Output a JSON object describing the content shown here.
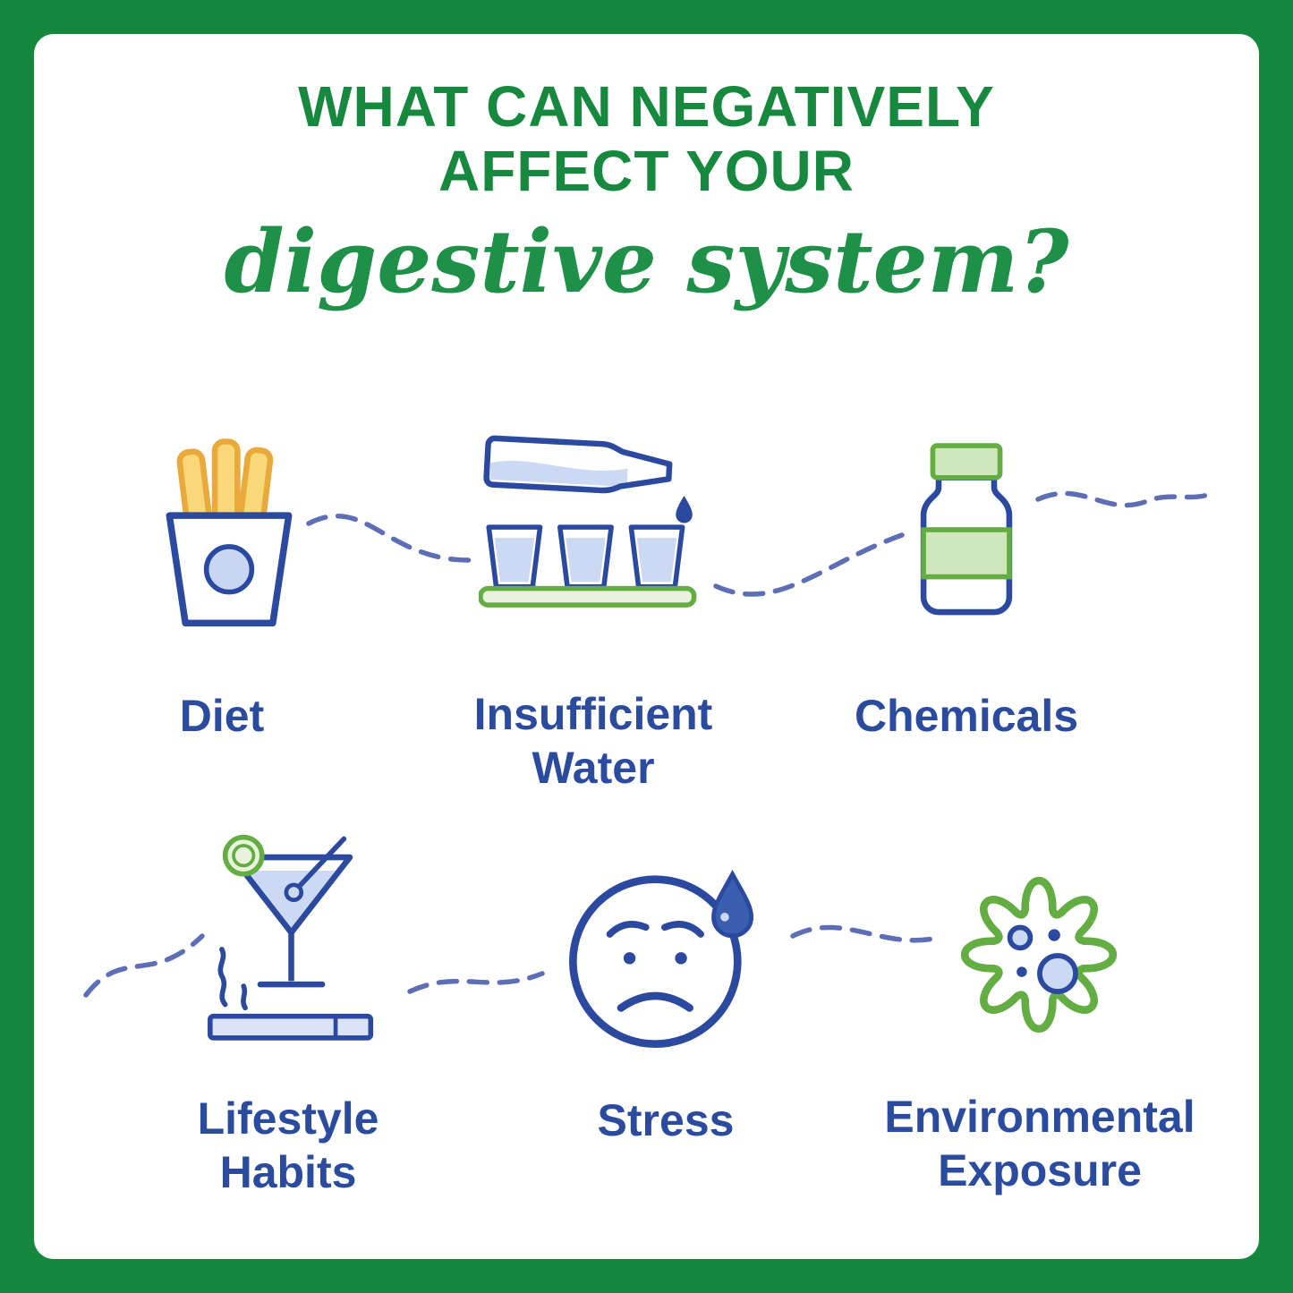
{
  "title": {
    "line1": "WHAT CAN NEGATIVELY",
    "line2": "AFFECT YOUR",
    "script": "digestive system?"
  },
  "items": [
    {
      "label": "Diet",
      "icon": "fries-icon"
    },
    {
      "label": "Insufficient Water",
      "icon": "water-bottle-glasses-icon"
    },
    {
      "label": "Chemicals",
      "icon": "pill-bottle-icon"
    },
    {
      "label": "Lifestyle Habits",
      "icon": "cocktail-cigarette-icon"
    },
    {
      "label": "Stress",
      "icon": "stressed-face-icon"
    },
    {
      "label": "Environmental Exposure",
      "icon": "germ-icon"
    }
  ],
  "colors": {
    "frame_green": "#15883e",
    "title_green": "#17893e",
    "script_green": "#1f9048",
    "text_blue": "#2a4b9e",
    "icon_blue": "#2b4a9f",
    "light_blue_fill": "#ccd9f3",
    "accent_green": "#63ad43",
    "light_green_fill": "#e7f3dc",
    "cap_green_fill": "#cfe7bb",
    "fries_yellow": "#e9a93b",
    "fries_fill": "#f8d879",
    "connector_blue": "#5d6db6"
  }
}
